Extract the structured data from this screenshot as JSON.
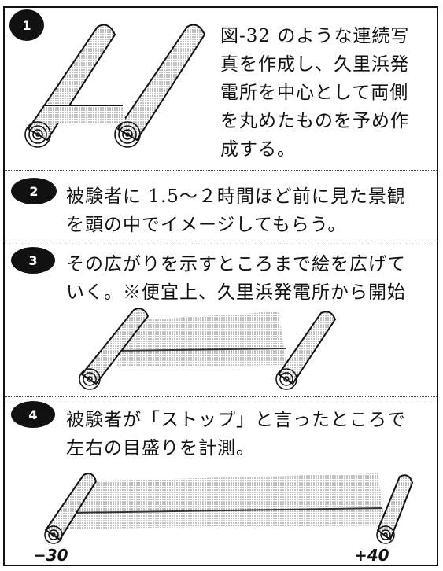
{
  "steps": [
    {
      "number": "1",
      "text": "図-32 のような連続写\n真を作成し、久里浜発\n電所を中心として両側\nを丸めたものを予め作\n成する。"
    },
    {
      "number": "2",
      "text": "被験者に 1.5～２時間ほど前に見た景観\nを頭の中でイメージしてもらう。"
    },
    {
      "number": "3",
      "text": "その広がりを示すところまで絵を広げて\nいく。※便宜上、久里浜発電所から開始"
    },
    {
      "number": "4",
      "text": "被験者が「ストップ」と言ったところで\n左右の目盛りを計測。"
    }
  ],
  "scale": {
    "left": "−30",
    "right": "+40"
  }
}
